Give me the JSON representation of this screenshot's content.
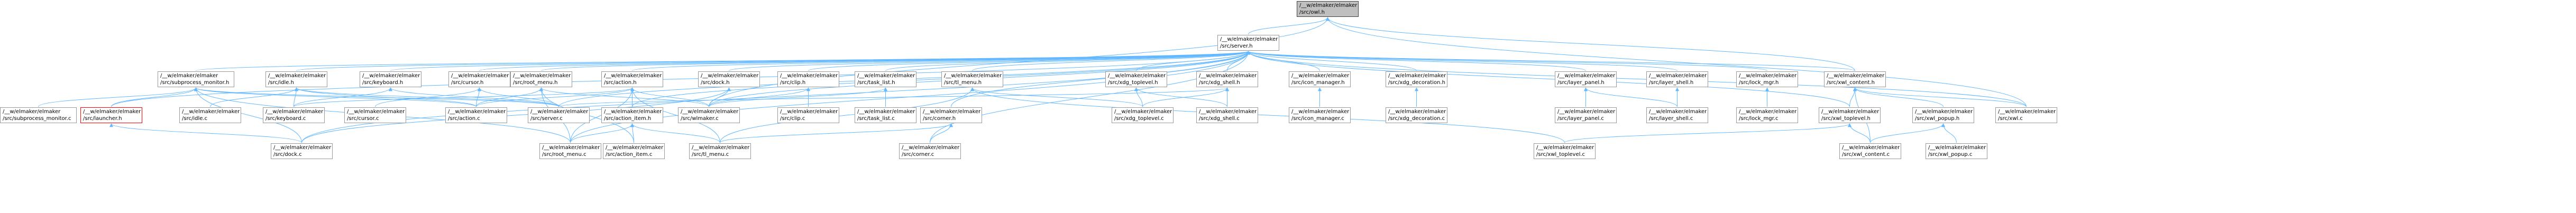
{
  "nodes": [
    {
      "id": "owl",
      "l1": "/__w/elmaker/elmaker",
      "l2": "/src/owl.h",
      "kind": "focus"
    },
    {
      "id": "server_h",
      "l1": "/__w/elmaker/elmaker",
      "l2": "/src/server.h",
      "kind": "normal"
    },
    {
      "id": "subprocess_monitor_h",
      "l1": "/__w/elmaker/elmaker",
      "l2": "/src/subprocess_monitor.h",
      "kind": "normal"
    },
    {
      "id": "idle_h",
      "l1": "/__w/elmaker/elmaker",
      "l2": "/src/idle.h",
      "kind": "normal"
    },
    {
      "id": "keyboard_h",
      "l1": "/__w/elmaker/elmaker",
      "l2": "/src/keyboard.h",
      "kind": "normal"
    },
    {
      "id": "cursor_h",
      "l1": "/__w/elmaker/elmaker",
      "l2": "/src/cursor.h",
      "kind": "normal"
    },
    {
      "id": "root_menu_h",
      "l1": "/__w/elmaker/elmaker",
      "l2": "/src/root_menu.h",
      "kind": "normal"
    },
    {
      "id": "action_h",
      "l1": "/__w/elmaker/elmaker",
      "l2": "/src/action.h",
      "kind": "normal"
    },
    {
      "id": "dock_h",
      "l1": "/__w/elmaker/elmaker",
      "l2": "/src/dock.h",
      "kind": "normal"
    },
    {
      "id": "clip_h",
      "l1": "/__w/elmaker/elmaker",
      "l2": "/src/clip.h",
      "kind": "normal"
    },
    {
      "id": "task_list_h",
      "l1": "/__w/elmaker/elmaker",
      "l2": "/src/task_list.h",
      "kind": "normal"
    },
    {
      "id": "tl_menu_h",
      "l1": "/__w/elmaker/elmaker",
      "l2": "/src/tl_menu.h",
      "kind": "normal"
    },
    {
      "id": "xdg_toplevel_h",
      "l1": "/__w/elmaker/elmaker",
      "l2": "/src/xdg_toplevel.h",
      "kind": "normal"
    },
    {
      "id": "xdg_shell_h",
      "l1": "/__w/elmaker/elmaker",
      "l2": "/src/xdg_shell.h",
      "kind": "normal"
    },
    {
      "id": "icon_manager_h",
      "l1": "/__w/elmaker/elmaker",
      "l2": "/src/icon_manager.h",
      "kind": "normal"
    },
    {
      "id": "xdg_decoration_h",
      "l1": "/__w/elmaker/elmaker",
      "l2": "/src/xdg_decoration.h",
      "kind": "normal"
    },
    {
      "id": "layer_panel_h",
      "l1": "/__w/elmaker/elmaker",
      "l2": "/src/layer_panel.h",
      "kind": "normal"
    },
    {
      "id": "layer_shell_h",
      "l1": "/__w/elmaker/elmaker",
      "l2": "/src/layer_shell.h",
      "kind": "normal"
    },
    {
      "id": "lock_mgr_h",
      "l1": "/__w/elmaker/elmaker",
      "l2": "/src/lock_mgr.h",
      "kind": "normal"
    },
    {
      "id": "xwl_content_h",
      "l1": "/__w/elmaker/elmaker",
      "l2": "/src/xwl_content.h",
      "kind": "normal"
    },
    {
      "id": "subprocess_monitor_c",
      "l1": "/__w/elmaker/elmaker",
      "l2": "/src/subprocess_monitor.c",
      "kind": "normal"
    },
    {
      "id": "launcher_h",
      "l1": "/__w/elmaker/elmaker",
      "l2": "/src/launcher.h",
      "kind": "missing"
    },
    {
      "id": "idle_c",
      "l1": "/__w/elmaker/elmaker",
      "l2": "/src/idle.c",
      "kind": "normal"
    },
    {
      "id": "keyboard_c",
      "l1": "/__w/elmaker/elmaker",
      "l2": "/src/keyboard.c",
      "kind": "normal"
    },
    {
      "id": "cursor_c",
      "l1": "/__w/elmaker/elmaker",
      "l2": "/src/cursor.c",
      "kind": "normal"
    },
    {
      "id": "action_c",
      "l1": "/__w/elmaker/elmaker",
      "l2": "/src/action.c",
      "kind": "normal"
    },
    {
      "id": "server_c",
      "l1": "/__w/elmaker/elmaker",
      "l2": "/src/server.c",
      "kind": "normal"
    },
    {
      "id": "action_item_h",
      "l1": "/__w/elmaker/elmaker",
      "l2": "/src/action_item.h",
      "kind": "normal"
    },
    {
      "id": "wlmaker_c",
      "l1": "/__w/elmaker/elmaker",
      "l2": "/src/wlmaker.c",
      "kind": "normal"
    },
    {
      "id": "clip_c",
      "l1": "/__w/elmaker/elmaker",
      "l2": "/src/clip.c",
      "kind": "normal"
    },
    {
      "id": "task_list_c",
      "l1": "/__w/elmaker/elmaker",
      "l2": "/src/task_list.c",
      "kind": "normal"
    },
    {
      "id": "corner_h",
      "l1": "/__w/elmaker/elmaker",
      "l2": "/src/corner.h",
      "kind": "normal"
    },
    {
      "id": "xdg_toplevel_c",
      "l1": "/__w/elmaker/elmaker",
      "l2": "/src/xdg_toplevel.c",
      "kind": "normal"
    },
    {
      "id": "xdg_shell_c",
      "l1": "/__w/elmaker/elmaker",
      "l2": "/src/xdg_shell.c",
      "kind": "normal"
    },
    {
      "id": "icon_manager_c",
      "l1": "/__w/elmaker/elmaker",
      "l2": "/src/icon_manager.c",
      "kind": "normal"
    },
    {
      "id": "xdg_decoration_c",
      "l1": "/__w/elmaker/elmaker",
      "l2": "/src/xdg_decoration.c",
      "kind": "normal"
    },
    {
      "id": "layer_panel_c",
      "l1": "/__w/elmaker/elmaker",
      "l2": "/src/layer_panel.c",
      "kind": "normal"
    },
    {
      "id": "layer_shell_c",
      "l1": "/__w/elmaker/elmaker",
      "l2": "/src/layer_shell.c",
      "kind": "normal"
    },
    {
      "id": "lock_mgr_c",
      "l1": "/__w/elmaker/elmaker",
      "l2": "/src/lock_mgr.c",
      "kind": "normal"
    },
    {
      "id": "xwl_toplevel_h",
      "l1": "/__w/elmaker/elmaker",
      "l2": "/src/xwl_toplevel.h",
      "kind": "normal"
    },
    {
      "id": "xwl_popup_h",
      "l1": "/__w/elmaker/elmaker",
      "l2": "/src/xwl_popup.h",
      "kind": "normal"
    },
    {
      "id": "xwl_c",
      "l1": "/__w/elmaker/elmaker",
      "l2": "/src/xwl.c",
      "kind": "normal"
    },
    {
      "id": "dock_c",
      "l1": "/__w/elmaker/elmaker",
      "l2": "/src/dock.c",
      "kind": "normal"
    },
    {
      "id": "root_menu_c",
      "l1": "/__w/elmaker/elmaker",
      "l2": "/src/root_menu.c",
      "kind": "normal"
    },
    {
      "id": "action_item_c",
      "l1": "/__w/elmaker/elmaker",
      "l2": "/src/action_item.c",
      "kind": "normal"
    },
    {
      "id": "tl_menu_c",
      "l1": "/__w/elmaker/elmaker",
      "l2": "/src/tl_menu.c",
      "kind": "normal"
    },
    {
      "id": "corner_c",
      "l1": "/__w/elmaker/elmaker",
      "l2": "/src/corner.c",
      "kind": "normal"
    },
    {
      "id": "xwl_toplevel_c",
      "l1": "/__w/elmaker/elmaker",
      "l2": "/src/xwl_toplevel.c",
      "kind": "normal"
    },
    {
      "id": "xwl_content_c",
      "l1": "/__w/elmaker/elmaker",
      "l2": "/src/xwl_content.c",
      "kind": "normal"
    },
    {
      "id": "xwl_popup_c",
      "l1": "/__w/elmaker/elmaker",
      "l2": "/src/xwl_popup.c",
      "kind": "normal"
    }
  ],
  "edges": [
    [
      "owl",
      "server_h"
    ],
    [
      "owl",
      "xwl_content_h"
    ],
    [
      "owl",
      "xwl_c"
    ],
    [
      "owl",
      "wlmaker_c"
    ],
    [
      "server_h",
      "subprocess_monitor_h"
    ],
    [
      "server_h",
      "idle_h"
    ],
    [
      "server_h",
      "keyboard_h"
    ],
    [
      "server_h",
      "cursor_h"
    ],
    [
      "server_h",
      "root_menu_h"
    ],
    [
      "server_h",
      "action_h"
    ],
    [
      "server_h",
      "dock_h"
    ],
    [
      "server_h",
      "clip_h"
    ],
    [
      "server_h",
      "task_list_h"
    ],
    [
      "server_h",
      "tl_menu_h"
    ],
    [
      "server_h",
      "xdg_toplevel_h"
    ],
    [
      "server_h",
      "xdg_shell_h"
    ],
    [
      "server_h",
      "icon_manager_h"
    ],
    [
      "server_h",
      "xdg_decoration_h"
    ],
    [
      "server_h",
      "layer_panel_h"
    ],
    [
      "server_h",
      "layer_shell_h"
    ],
    [
      "server_h",
      "lock_mgr_h"
    ],
    [
      "server_h",
      "xwl_content_h"
    ],
    [
      "server_h",
      "launcher_h"
    ],
    [
      "server_h",
      "corner_h"
    ],
    [
      "server_h",
      "server_c"
    ],
    [
      "server_h",
      "wlmaker_c"
    ],
    [
      "server_h",
      "dock_c"
    ],
    [
      "server_h",
      "root_menu_c"
    ],
    [
      "server_h",
      "action_item_h"
    ],
    [
      "server_h",
      "corner_c"
    ],
    [
      "server_h",
      "xwl_toplevel_h"
    ],
    [
      "server_h",
      "xwl_c"
    ],
    [
      "subprocess_monitor_h",
      "subprocess_monitor_c"
    ],
    [
      "subprocess_monitor_h",
      "launcher_h"
    ],
    [
      "subprocess_monitor_h",
      "server_c"
    ],
    [
      "subprocess_monitor_h",
      "action_c"
    ],
    [
      "subprocess_monitor_h",
      "root_menu_c"
    ],
    [
      "subprocess_monitor_h",
      "dock_c"
    ],
    [
      "launcher_h",
      "dock_c"
    ],
    [
      "idle_h",
      "idle_c"
    ],
    [
      "idle_h",
      "action_c"
    ],
    [
      "idle_h",
      "server_c"
    ],
    [
      "idle_h",
      "keyboard_c"
    ],
    [
      "keyboard_h",
      "keyboard_c"
    ],
    [
      "keyboard_h",
      "server_c"
    ],
    [
      "cursor_h",
      "cursor_c"
    ],
    [
      "cursor_h",
      "action_c"
    ],
    [
      "cursor_h",
      "server_c"
    ],
    [
      "root_menu_h",
      "root_menu_c"
    ],
    [
      "root_menu_h",
      "action_c"
    ],
    [
      "root_menu_h",
      "action_item_c"
    ],
    [
      "root_menu_h",
      "wlmaker_c"
    ],
    [
      "action_h",
      "action_c"
    ],
    [
      "action_h",
      "action_item_h"
    ],
    [
      "action_h",
      "root_menu_c"
    ],
    [
      "action_h",
      "wlmaker_c"
    ],
    [
      "action_h",
      "tl_menu_c"
    ],
    [
      "action_h",
      "keyboard_c"
    ],
    [
      "action_item_h",
      "root_menu_c"
    ],
    [
      "action_item_h",
      "action_item_c"
    ],
    [
      "action_item_h",
      "tl_menu_c"
    ],
    [
      "dock_h",
      "dock_c"
    ],
    [
      "dock_h",
      "wlmaker_c"
    ],
    [
      "clip_h",
      "clip_c"
    ],
    [
      "clip_h",
      "wlmaker_c"
    ],
    [
      "task_list_h",
      "task_list_c"
    ],
    [
      "task_list_h",
      "wlmaker_c"
    ],
    [
      "tl_menu_h",
      "tl_menu_c"
    ],
    [
      "tl_menu_h",
      "xdg_toplevel_c"
    ],
    [
      "tl_menu_h",
      "xwl_toplevel_c"
    ],
    [
      "xdg_toplevel_h",
      "xdg_toplevel_c"
    ],
    [
      "xdg_toplevel_h",
      "xdg_shell_c"
    ],
    [
      "xdg_shell_h",
      "xdg_shell_c"
    ],
    [
      "xdg_shell_h",
      "xdg_toplevel_c"
    ],
    [
      "xdg_shell_h",
      "server_c"
    ],
    [
      "icon_manager_h",
      "icon_manager_c"
    ],
    [
      "xdg_decoration_h",
      "xdg_decoration_c"
    ],
    [
      "layer_panel_h",
      "layer_panel_c"
    ],
    [
      "layer_panel_h",
      "layer_shell_c"
    ],
    [
      "layer_shell_h",
      "layer_shell_c"
    ],
    [
      "lock_mgr_h",
      "lock_mgr_c"
    ],
    [
      "corner_h",
      "corner_c"
    ],
    [
      "corner_h",
      "tl_menu_c"
    ],
    [
      "xwl_content_h",
      "xwl_toplevel_h"
    ],
    [
      "xwl_content_h",
      "xwl_popup_h"
    ],
    [
      "xwl_content_h",
      "xwl_content_c"
    ],
    [
      "xwl_content_h",
      "xwl_c"
    ],
    [
      "xwl_toplevel_h",
      "xwl_toplevel_c"
    ],
    [
      "xwl_toplevel_h",
      "xwl_content_c"
    ],
    [
      "xwl_popup_h",
      "xwl_content_c"
    ],
    [
      "xwl_popup_h",
      "xwl_popup_c"
    ]
  ],
  "colors": {
    "edge": "#63b8ff",
    "node_border": "#999999",
    "focus_fill": "#bfbfbf",
    "focus_border": "#404040",
    "missing_border": "#ff0000",
    "node_fill": "#ffffff",
    "text": "#000000"
  }
}
